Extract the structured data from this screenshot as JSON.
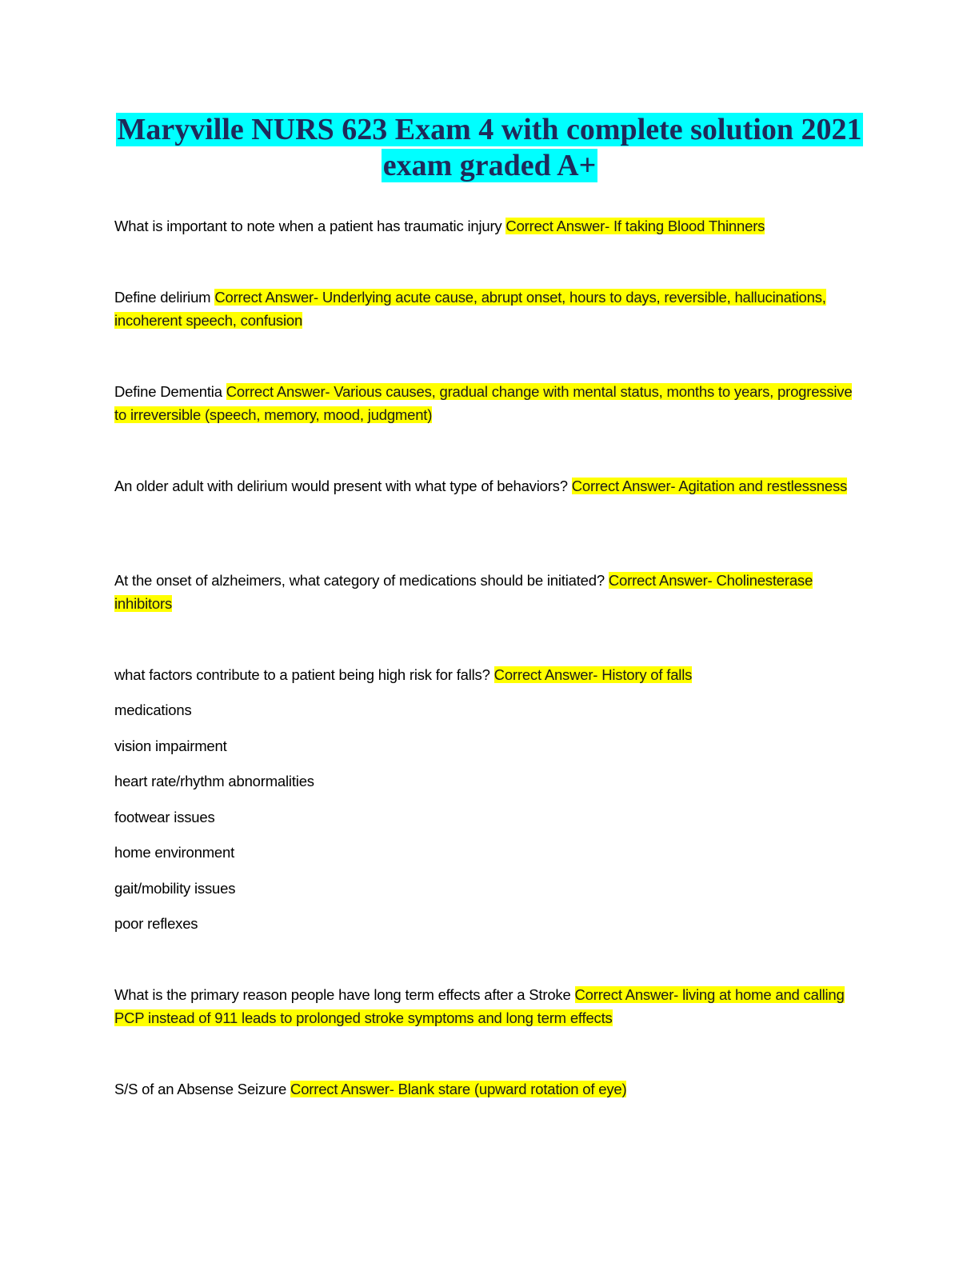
{
  "document": {
    "title_line1": "Maryville NURS 623 Exam 4 with complete solution 2021",
    "title_line2": "exam graded A+",
    "colors": {
      "title_highlight": "#00FFFF",
      "title_text": "#1F2A5A",
      "answer_highlight": "#FFFF00"
    },
    "items": [
      {
        "question": "What is important to note when a patient has traumatic injury",
        "answer": "Correct Answer- If taking Blood Thinners"
      },
      {
        "question": "Define delirium",
        "answer": "Correct Answer- Underlying acute cause, abrupt onset, hours to days, reversible, hallucinations, incoherent speech, confusion"
      },
      {
        "question": "Define Dementia",
        "answer": "Correct Answer- Various causes, gradual change with mental status, months to years, progressive to irreversible (speech, memory, mood, judgment)"
      },
      {
        "question": "An older adult with delirium would present with what type of behaviors?",
        "answer": "Correct Answer- Agitation and restlessness"
      },
      {
        "question": "At the onset of alzheimers, what category of medications should be initiated?",
        "answer": "Correct Answer- Cholinesterase inhibitors"
      },
      {
        "question": "what factors contribute to a patient being high risk for falls?",
        "answer": "Correct Answer- History of falls",
        "continuation": [
          "medications",
          "vision impairment",
          "heart rate/rhythm abnormalities",
          "footwear issues",
          "home environment",
          "gait/mobility issues",
          "poor reflexes"
        ]
      },
      {
        "question": "What is the primary reason people have long term effects after a Stroke",
        "answer": "Correct Answer- living at home and calling PCP instead of 911 leads to prolonged stroke symptoms and long term effects"
      },
      {
        "question": "S/S of an Absense Seizure",
        "answer": "Correct Answer- Blank stare (upward rotation of eye)"
      }
    ]
  }
}
